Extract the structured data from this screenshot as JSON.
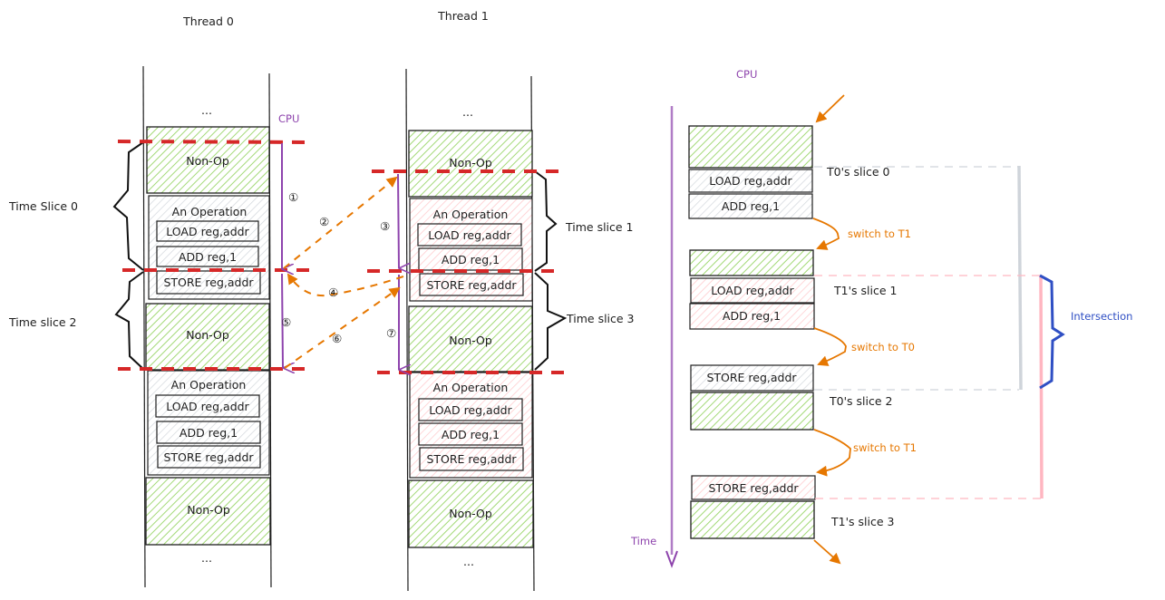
{
  "colors": {
    "nonop_fill": "#b2f2bb",
    "nonop_hatch": "#8ccf5a",
    "t0_fill": "#e9ecef",
    "t0_hatch": "#ced4da",
    "t1_fill": "#ffe3e3",
    "t1_hatch": "#ffb3b8",
    "slice_line": "#d62828",
    "cpu": "#8e44ad",
    "switch": "#e67700",
    "intersection": "#2f4fc4",
    "t0_bracket": "#cfd4da",
    "t1_bracket": "#ffb6c1"
  },
  "threads": [
    {
      "title": "Thread 0",
      "ellipsis_top": "...",
      "ellipsis_bottom": "...",
      "blocks": [
        {
          "type": "nonop",
          "label": "Non-Op"
        },
        {
          "type": "operation",
          "label": "An Operation",
          "instructions": [
            "LOAD reg,addr",
            "ADD reg,1",
            "STORE reg,addr"
          ]
        },
        {
          "type": "nonop",
          "label": "Non-Op"
        },
        {
          "type": "operation",
          "label": "An Operation",
          "instructions": [
            "LOAD reg,addr",
            "ADD reg,1",
            "STORE reg,addr"
          ]
        },
        {
          "type": "nonop",
          "label": "Non-Op"
        }
      ],
      "slices": [
        "Time Slice 0",
        "Time slice 2"
      ]
    },
    {
      "title": "Thread 1",
      "ellipsis_top": "...",
      "ellipsis_bottom": "...",
      "blocks": [
        {
          "type": "nonop",
          "label": "Non-Op"
        },
        {
          "type": "operation",
          "label": "An Operation",
          "instructions": [
            "LOAD reg,addr",
            "ADD reg,1",
            "STORE reg,addr"
          ]
        },
        {
          "type": "nonop",
          "label": "Non-Op"
        },
        {
          "type": "operation",
          "label": "An Operation",
          "instructions": [
            "LOAD reg,addr",
            "ADD reg,1",
            "STORE reg,addr"
          ]
        },
        {
          "type": "nonop",
          "label": "Non-Op"
        }
      ],
      "slices": [
        "Time slice 1",
        "Time slice 3"
      ]
    }
  ],
  "cpu_label": "CPU",
  "steps": [
    "①",
    "②",
    "③",
    "④",
    "⑤",
    "⑥",
    "⑦"
  ],
  "timeline": {
    "cpu_label": "CPU",
    "time_label": "Time",
    "blocks": [
      {
        "owner": "nonop",
        "label": ""
      },
      {
        "owner": "t0",
        "label": "LOAD reg,addr"
      },
      {
        "owner": "t0",
        "label": "ADD reg,1"
      },
      {
        "owner": "nonop",
        "label": ""
      },
      {
        "owner": "t1",
        "label": "LOAD reg,addr"
      },
      {
        "owner": "t1",
        "label": "ADD reg,1"
      },
      {
        "owner": "t0",
        "label": "STORE reg,addr"
      },
      {
        "owner": "nonop",
        "label": ""
      },
      {
        "owner": "t1",
        "label": "STORE reg,addr"
      },
      {
        "owner": "nonop",
        "label": ""
      }
    ],
    "slice_labels": [
      "T0's slice 0",
      "T1's slice 1",
      "T0's slice 2",
      "T1's slice 3"
    ],
    "switch_labels": [
      "switch to T1",
      "switch to T0",
      "switch to T1"
    ],
    "intersection_label": "Intersection"
  }
}
